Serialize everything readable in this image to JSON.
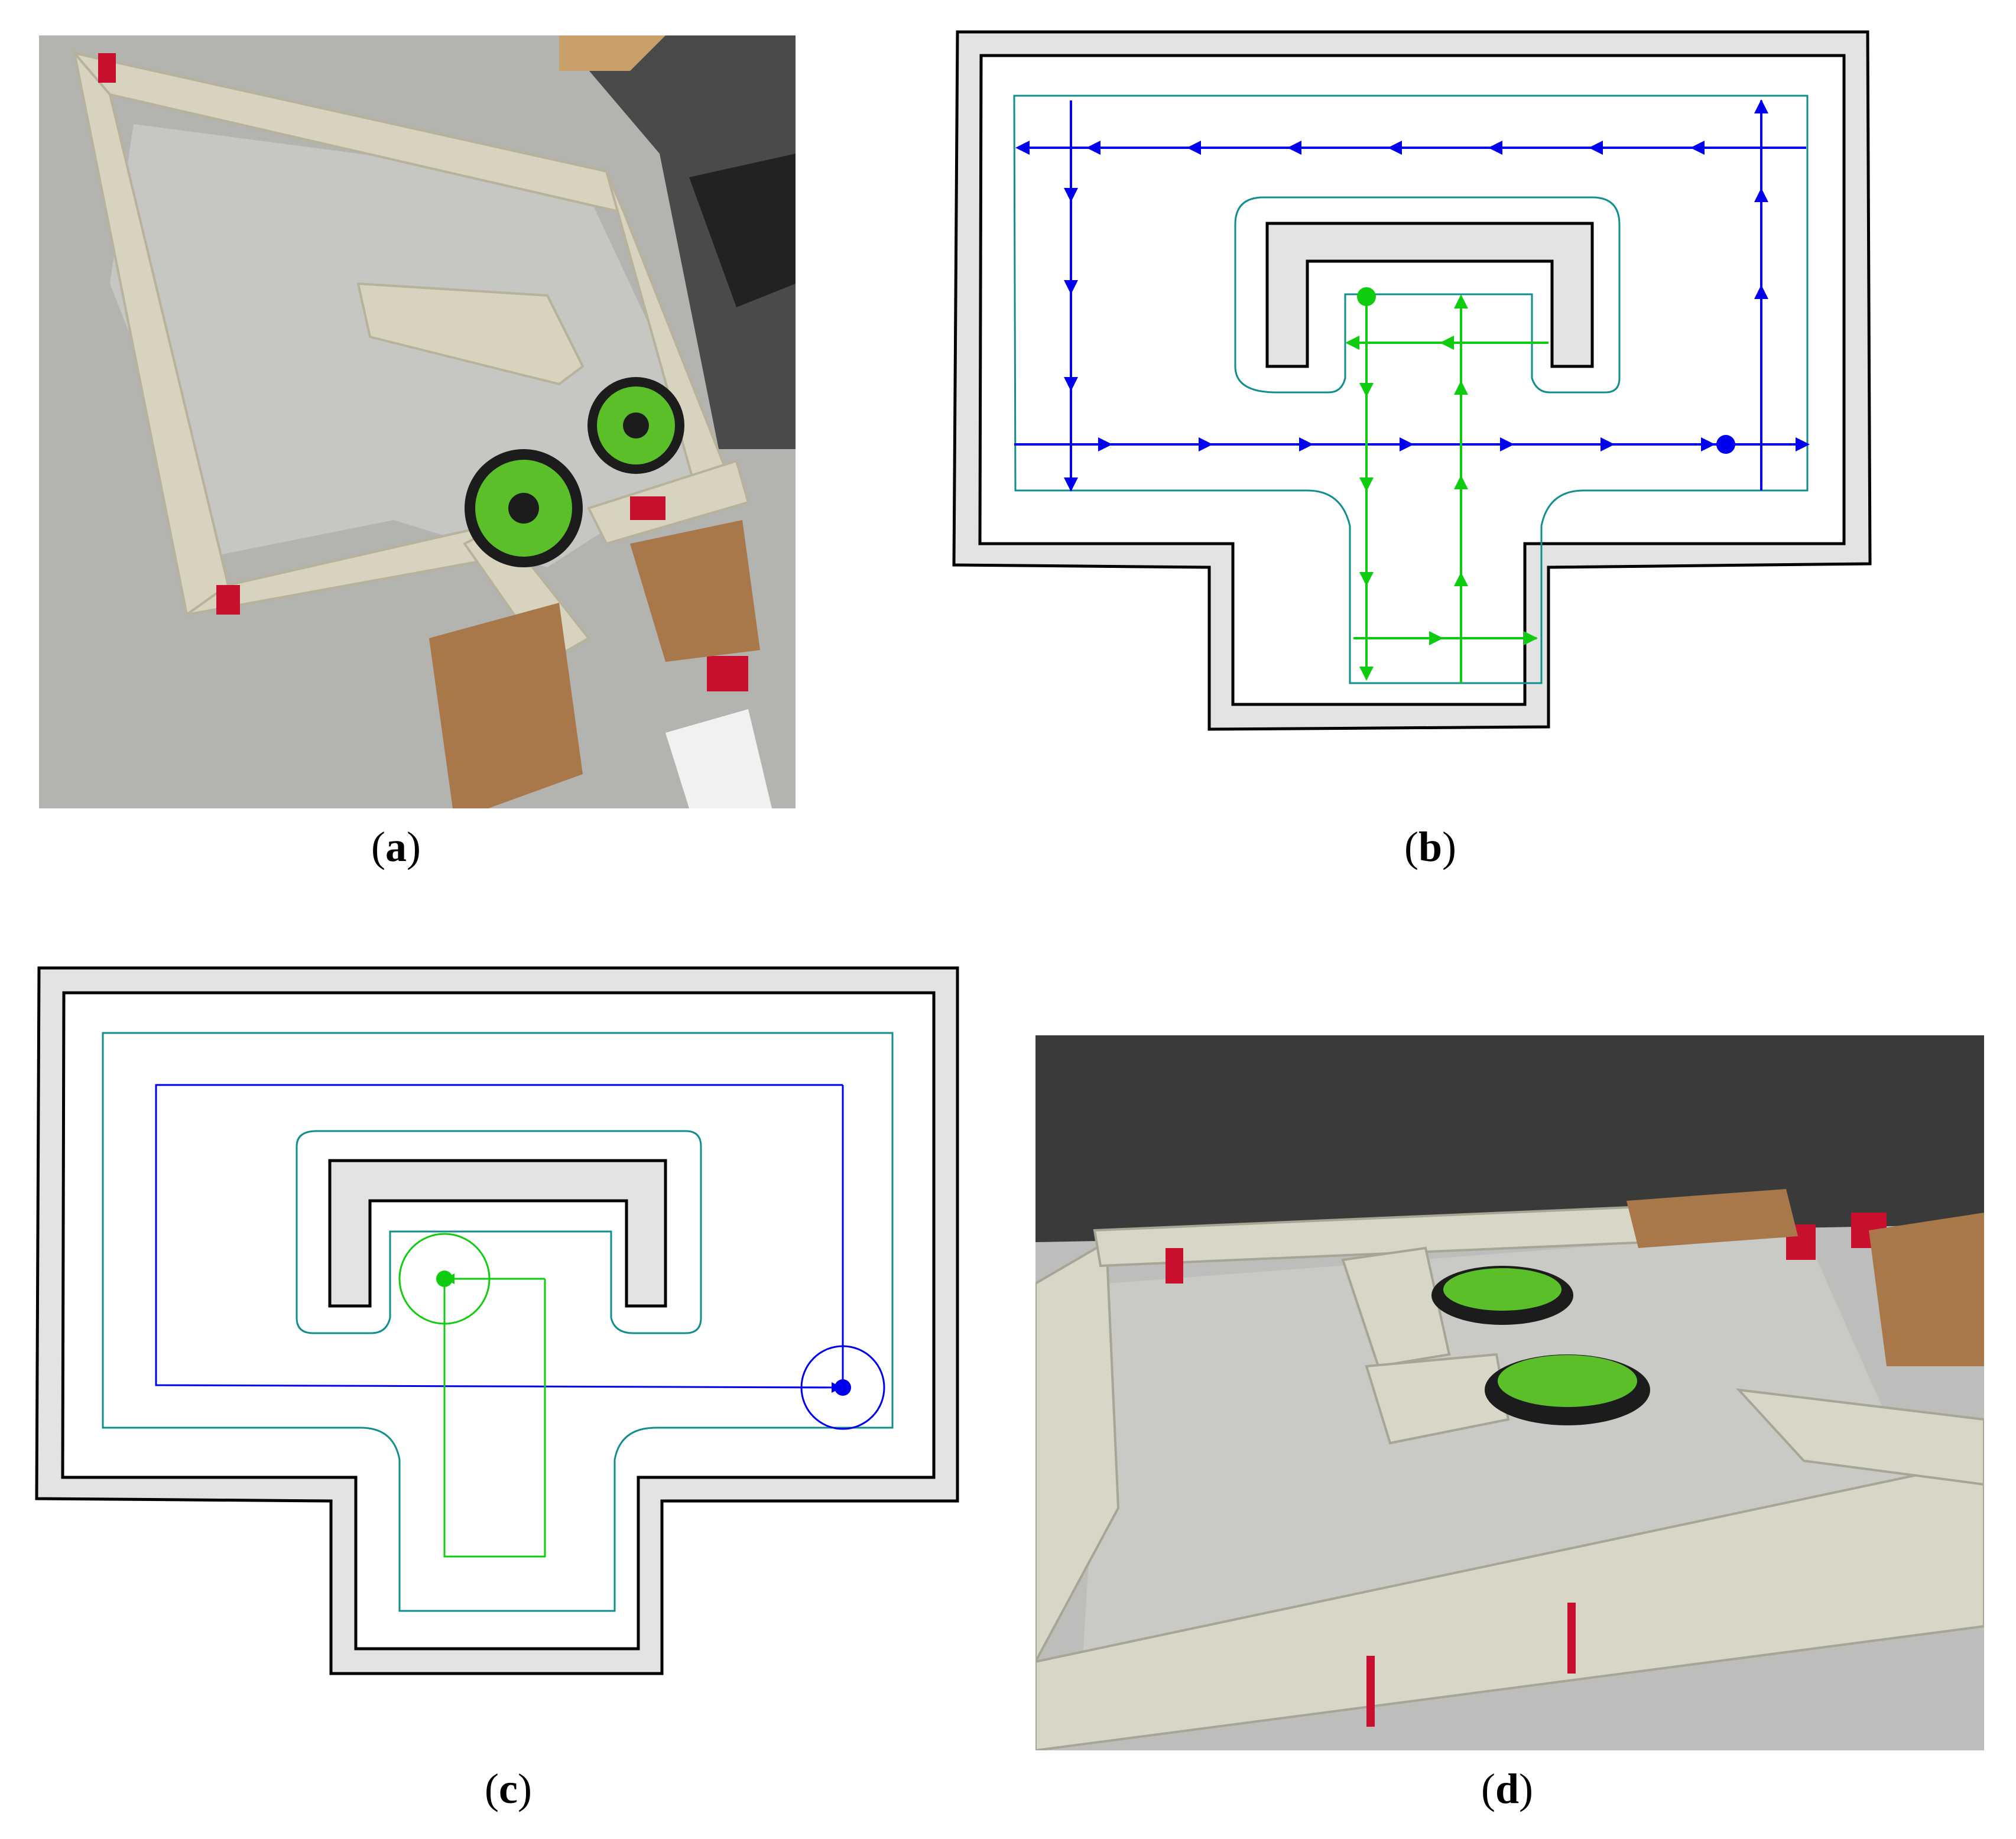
{
  "captions": {
    "a": "a",
    "b": "b",
    "c": "c",
    "d": "d"
  },
  "colors": {
    "wall_fill": "#e3e3e3",
    "wall_stroke": "#000000",
    "boundary": "#128e8e",
    "robot1_path": "#0000ee",
    "robot2_path": "#10cc10",
    "floor": "#bdbdbb",
    "block": "#d9d6c4",
    "tape": "#c8102e",
    "robot_green": "#5bbf2a"
  },
  "icons": {
    "photo_a": "overhead-arena-photo",
    "photo_d": "side-arena-photo"
  }
}
